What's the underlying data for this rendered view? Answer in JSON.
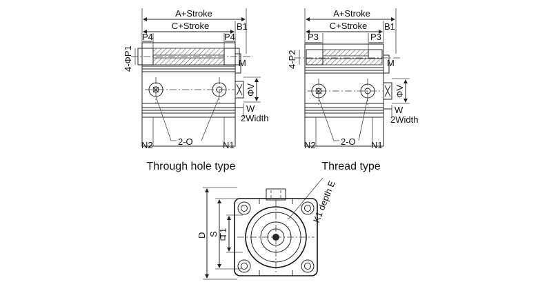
{
  "through_view": {
    "a_stroke": "A+Stroke",
    "c_stroke": "C+Stroke",
    "b1": "B1",
    "p_left": "P4",
    "p_right": "P4",
    "bore": "4-ΦP1",
    "m": "M",
    "phi_v": "ΦV",
    "w": "W",
    "width": "2Width",
    "n_left": "N2",
    "n_right": "N1",
    "ports": "2-O",
    "caption": "Through hole type"
  },
  "thread_view": {
    "a_stroke": "A+Stroke",
    "c_stroke": "C+Stroke",
    "b1": "B1",
    "p_left": "P3",
    "p_right": "P3",
    "bore": "4-P2",
    "m": "M",
    "phi_v": "ΦV",
    "w": "W",
    "width": "2Width",
    "n_left": "N2",
    "n_right": "N1",
    "ports": "2-O",
    "caption": "Thread type"
  },
  "end_view": {
    "k1": "K1 depth E",
    "d": "D",
    "s": "S",
    "t1": "T1"
  },
  "colors": {
    "line": "#222222",
    "hatch": "#333333",
    "background": "#ffffff"
  }
}
